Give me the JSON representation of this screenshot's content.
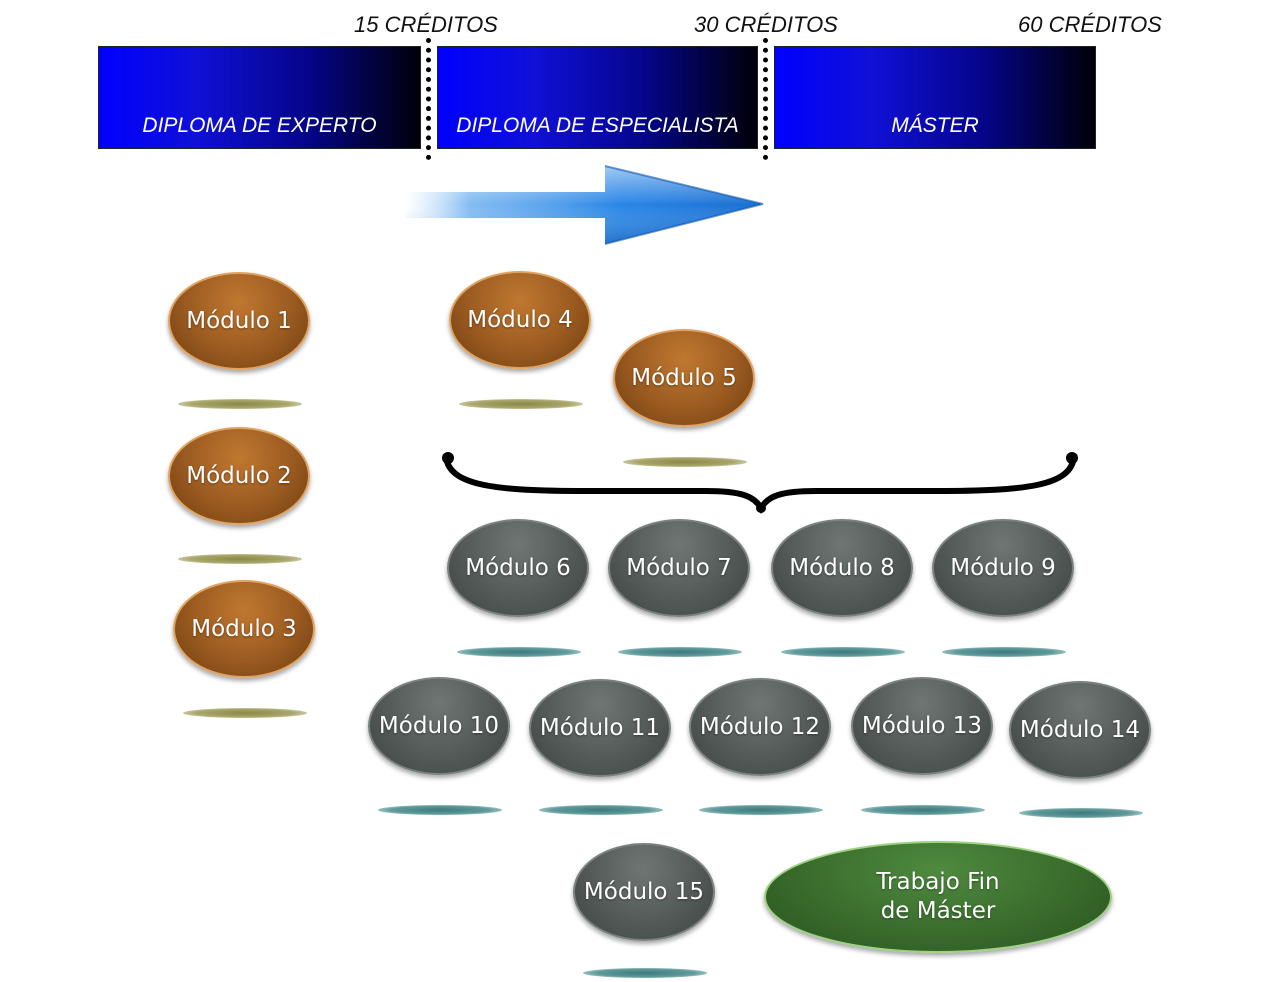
{
  "credits": [
    "15 CRÉDITOS",
    "30 CRÉDITOS",
    "60 CRÉDITOS"
  ],
  "diplomas": [
    "DIPLOMA DE EXPERTO",
    "DIPLOMA DE ESPECIALISTA",
    "MÁSTER"
  ],
  "modules": {
    "m1": "Módulo 1",
    "m2": "Módulo 2",
    "m3": "Módulo 3",
    "m4": "Módulo 4",
    "m5": "Módulo 5",
    "m6": "Módulo 6",
    "m7": "Módulo 7",
    "m8": "Módulo 8",
    "m9": "Módulo 9",
    "m10": "Módulo 10",
    "m11": "Módulo 11",
    "m12": "Módulo 12",
    "m13": "Módulo 13",
    "m14": "Módulo 14",
    "m15": "Módulo 15"
  },
  "final_project": {
    "line1": "Trabajo Fin",
    "line2": "de Máster"
  },
  "colors": {
    "band_blue": "#0000ff",
    "module_brown": "#9a5a20",
    "module_gray": "#535a57",
    "final_green": "#3a6c2d",
    "arrow_blue": "#1e7fe0"
  },
  "icons": {
    "progress_arrow": "arrow-right-icon",
    "brace": "curly-brace-icon"
  }
}
